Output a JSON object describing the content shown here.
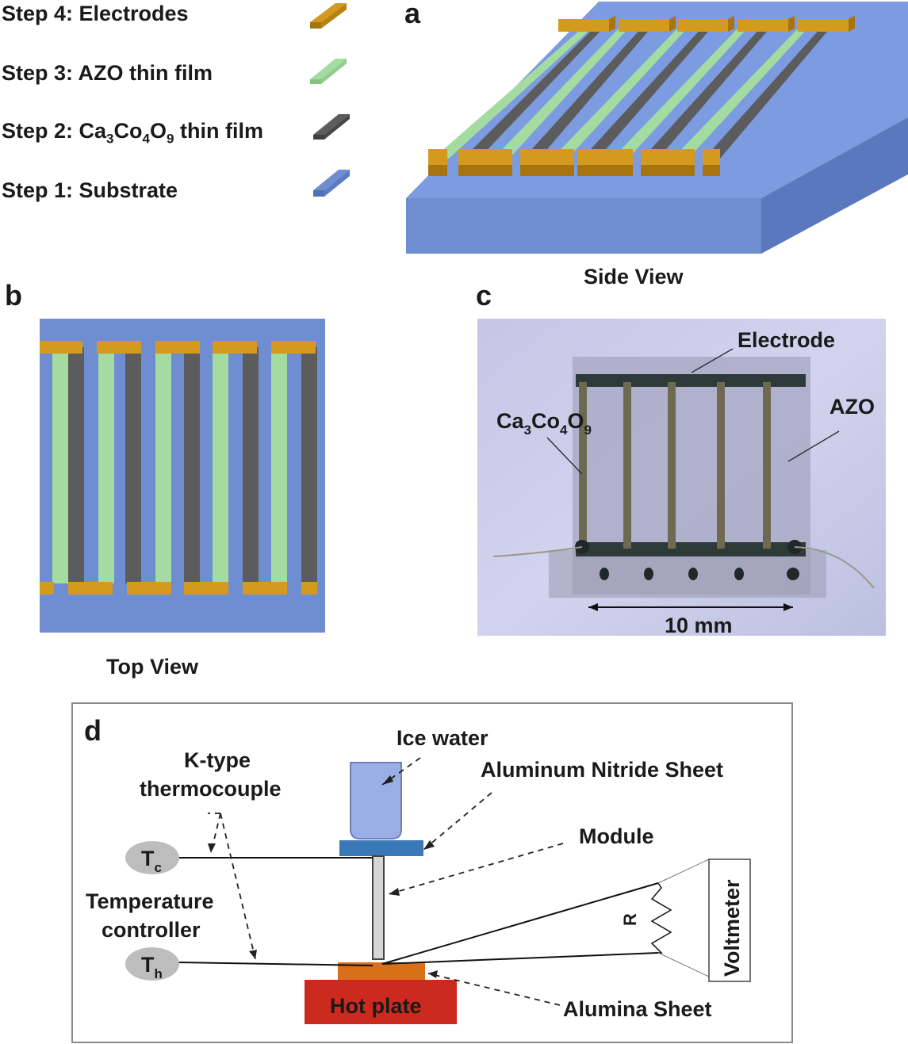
{
  "legend": {
    "step4": "Step 4: Electrodes",
    "step3": "Step 3: AZO thin film",
    "step2_prefix": "Step 2: Ca",
    "step2_sub1": "3",
    "step2_mid1": "Co",
    "step2_sub2": "4",
    "step2_mid2": "O",
    "step2_sub3": "9",
    "step2_suffix": " thin film",
    "step1": "Step 1: Substrate"
  },
  "panels": {
    "a": "a",
    "b": "b",
    "c": "c",
    "d": "d"
  },
  "captions": {
    "side_view": "Side View",
    "top_view": "Top View"
  },
  "photo": {
    "electrode": "Electrode",
    "azo": "AZO",
    "ca_prefix": "Ca",
    "ca_sub1": "3",
    "ca_mid1": "Co",
    "ca_sub2": "4",
    "ca_mid2": "O",
    "ca_sub3": "9",
    "scale": "10 mm"
  },
  "setup": {
    "ice_water": "Ice water",
    "thermocouple_line1": "K-type",
    "thermocouple_line2": "thermocouple",
    "aln_sheet": "Aluminum Nitride Sheet",
    "module": "Module",
    "temp_line1": "Temperature",
    "temp_line2": "controller",
    "tc_main": "T",
    "tc_sub": "c",
    "th_main": "T",
    "th_sub": "h",
    "resistor": "R",
    "voltmeter": "Voltmeter",
    "hot_plate": "Hot plate",
    "alumina_sheet": "Alumina Sheet"
  },
  "colors": {
    "electrode": "#d39a1e",
    "azo": "#a4dba0",
    "cco": "#5c5c5c",
    "substrate": "#6f8ed2",
    "aln": "#3a78b8",
    "alumina": "#d8701a",
    "hot_plate": "#cc2a1e",
    "ice_water": "#9aaee6"
  }
}
